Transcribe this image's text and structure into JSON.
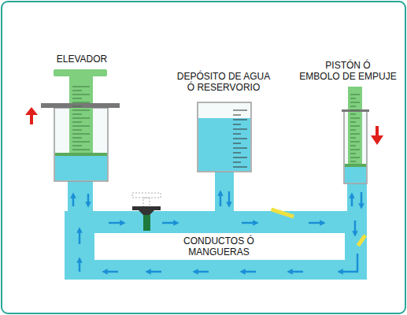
{
  "diagram": {
    "labels": [
      "ELEVADOR",
      "DEPÓSITO DE AGUA Ó RESERVORIO",
      "PISTÓN Ó EMBOLO DE EMPUJE",
      "CONDUCTOS Ó MANGUERAS"
    ]
  }
}
